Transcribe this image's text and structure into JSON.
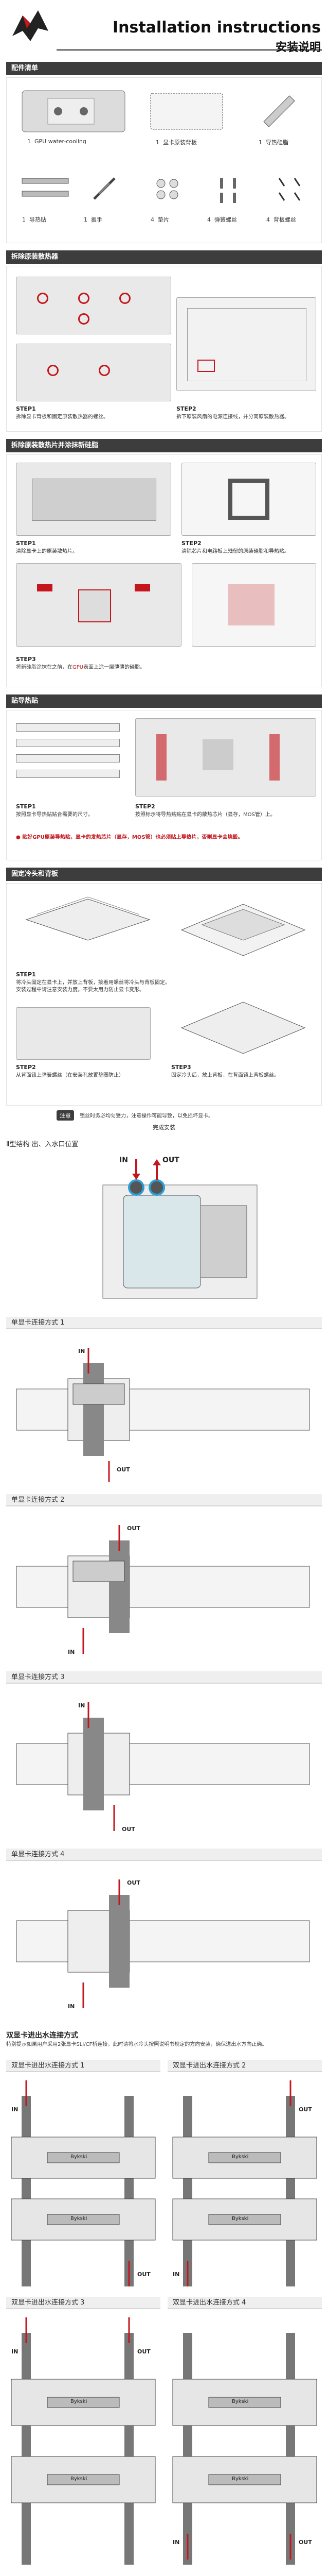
{
  "header": {
    "title_en": "Installation instructions",
    "title_cn": "安装说明"
  },
  "sections": {
    "parts": "配件清单",
    "disassemble": "拆除原装散热器",
    "clean": "拆除原装散热片并涂抹新硅脂",
    "pads": "贴导热贴",
    "fix": "固定冷头和背板"
  },
  "parts": {
    "gpu_cooling": "GPU water-cooling",
    "backplate": "显卡原装背板",
    "thermal_paste": "导热硅脂",
    "thermal_pad": "导热贴",
    "screwdriver": "扳手",
    "spacer": "垫片",
    "spring_screw": "弹簧螺丝",
    "backplate_screw": "背板螺丝",
    "num1": "1",
    "num2": "1",
    "num3": "1",
    "num4": "1",
    "num5": "1",
    "num6": "4",
    "num7": "4",
    "num8": "4"
  },
  "disassemble": {
    "s1_title": "STEP1",
    "s1_desc": "拆除显卡背板和固定原装散热器的螺丝。",
    "s2_title": "STEP2",
    "s2_desc": "拆下原装风扇的电源连接线，并分离原装散热器。"
  },
  "clean": {
    "s1_title": "STEP1",
    "s1_desc": "清除显卡上的原装散热片。",
    "s2_title": "STEP2",
    "s2_desc": "清除芯片和电路板上残留的原装硅脂和导热贴。",
    "s3_title": "STEP3",
    "s3_desc_a": "将新硅脂涂抹在之前，在",
    "s3_desc_gpu": "GPU",
    "s3_desc_b": "表面上涂一层薄薄的硅脂。"
  },
  "pads": {
    "s1_title": "STEP1",
    "s1_desc": "按照显卡导热贴贴合需要的尺寸。",
    "s2_title": "STEP2",
    "s2_desc": "按照标示将导热贴贴在显卡的散热芯片（显存，MOS管）上。",
    "warn": "● 贴好GPU原装导热贴，显卡的发热芯片（显存，MOS管）也必须贴上导热片，否则显卡会烧毁。"
  },
  "fix": {
    "s1_title": "STEP1",
    "s1_desc": "将冷头固定在显卡上，并放上背板，接着用螺丝将冷头与背板固定。安装过程中请注意安装力度，不要太用力防止显卡变形。",
    "s2_title": "STEP2",
    "s2_desc": "从背面锁上弹簧螺丝（在安装孔放置垫圈防止）",
    "s3_title": "STEP3",
    "s3_desc": "固定冷头后，放上背板，在背面锁上背板螺丝。",
    "note_tag": "注意",
    "note": "锁丝时务必均匀受力，注意操作可能导致，以免损坏显卡。",
    "end": "完成安装"
  },
  "water": {
    "heading": "Ⅱ型结构 出、入水口位置",
    "in": "IN",
    "out": "OUT"
  },
  "single": {
    "m1": "单显卡连接方式 1",
    "m2": "单显卡连接方式 2",
    "m3": "单显卡连接方式 3",
    "m4": "单显卡连接方式 4",
    "in": "IN",
    "out": "OUT"
  },
  "dual": {
    "heading": "双显卡进出水连接方式",
    "desc": "特别提示如果用户采用2张显卡SLI/CF桥连接，此时请将水冷头按照说明书规定的方向安装，确保进出水方向正确。",
    "m1": "双显卡进出水连接方式 1",
    "m2": "双显卡进出水连接方式 2",
    "m3": "双显卡进出水连接方式 3",
    "m4": "双显卡进出水连接方式 4",
    "in": "IN",
    "out": "OUT",
    "brand": "Bykski"
  },
  "colors": {
    "accent": "#c4161c",
    "dark": "#3d3d3d"
  }
}
